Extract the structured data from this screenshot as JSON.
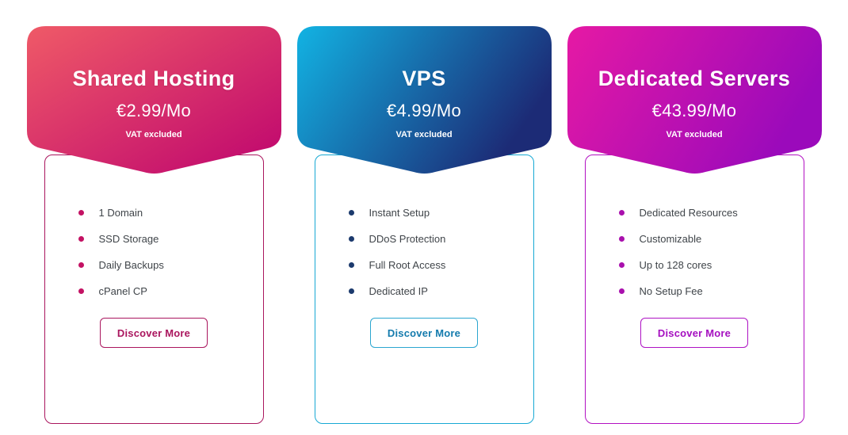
{
  "cards": [
    {
      "title": "Shared Hosting",
      "price": "€2.99/Mo",
      "vat_note": "VAT excluded",
      "features": [
        "1 Domain",
        "SSD Storage",
        "Daily Backups",
        "cPanel CP"
      ],
      "button_label": "Discover More",
      "colors": {
        "gradient_start": "#ef5a67",
        "gradient_end": "#c30d6e",
        "bullet": "#c31263",
        "body_border": "#aa165e",
        "button_border": "#aa165e",
        "button_text": "#aa165e"
      }
    },
    {
      "title": "VPS",
      "price": "€4.99/Mo",
      "vat_note": "VAT excluded",
      "features": [
        "Instant Setup",
        "DDoS Protection",
        "Full Root Access",
        "Dedicated IP"
      ],
      "button_label": "Discover More",
      "colors": {
        "gradient_start": "#12b3e3",
        "gradient_end": "#1c2b76",
        "bullet": "#1c3a6d",
        "body_border": "#17a9d4",
        "button_border": "#2ba6d0",
        "button_text": "#147bad"
      }
    },
    {
      "title": "Dedicated Servers",
      "price": "€43.99/Mo",
      "vat_note": "VAT excluded",
      "features": [
        "Dedicated Resources",
        "Customizable",
        "Up to 128 cores",
        "No Setup Fee"
      ],
      "button_label": "Discover More",
      "colors": {
        "gradient_start": "#e619a4",
        "gradient_end": "#9b0abb",
        "bullet": "#a910ad",
        "body_border": "#b211c2",
        "button_border": "#ae13c4",
        "button_text": "#a50fc0"
      }
    }
  ]
}
